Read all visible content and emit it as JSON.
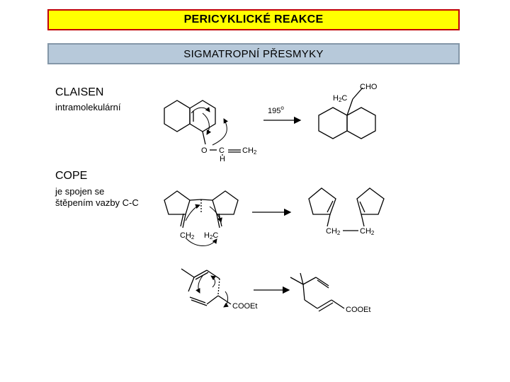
{
  "header": {
    "title": "PERICYKLICKÉ  REAKCE",
    "subtitle": "SIGMATROPNÍ  PŘESMYKY"
  },
  "claisen": {
    "name": "CLAISEN",
    "description": "intramolekulární",
    "condition": "195",
    "condition_sup": "o",
    "atom_O": "O",
    "atom_C": "C",
    "atom_H": "H",
    "atom_CH2": "CH",
    "atom_CH2_sub": "2",
    "product_CHO": "CHO",
    "product_H2C_H": "H",
    "product_H2C_sub": "2",
    "product_H2C_C": "C"
  },
  "cope": {
    "name": "COPE",
    "description_line1": "je spojen se",
    "description_line2": "štěpením vazby C-C",
    "left_CH2": "CH",
    "left_CH2_sub": "2",
    "left_H2C_H": "H",
    "left_H2C_sub": "2",
    "left_H2C_C": "C",
    "prod_CH2_a": "CH",
    "prod_CH2_a_sub": "2",
    "prod_CH2_b": "CH",
    "prod_CH2_b_sub": "2"
  },
  "example3": {
    "ester_left": "COOEt",
    "ester_right": "COOEt"
  }
}
